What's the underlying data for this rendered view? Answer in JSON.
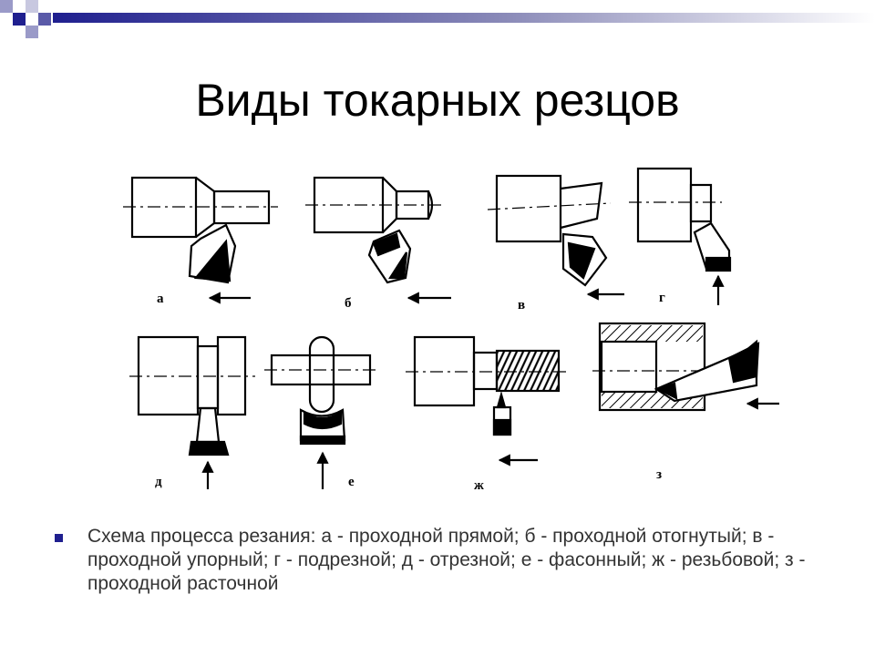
{
  "slide": {
    "title": "Виды токарных резцов",
    "bullet": "Схема процесса резания: а - проходной прямой; б - проходной отогнутый; в - проходной упорный; г - подрезной; д - отрезной; е - фасонный; ж - резьбовой; з - проходной расточной"
  },
  "figure": {
    "panels": [
      {
        "letter": "а"
      },
      {
        "letter": "б"
      },
      {
        "letter": "в"
      },
      {
        "letter": "г"
      },
      {
        "letter": "д"
      },
      {
        "letter": "е"
      },
      {
        "letter": "ж"
      },
      {
        "letter": "з"
      }
    ]
  },
  "colors": {
    "accent": "#1f1f8f",
    "gradient_end": "#ffffff",
    "ink": "#000000"
  }
}
